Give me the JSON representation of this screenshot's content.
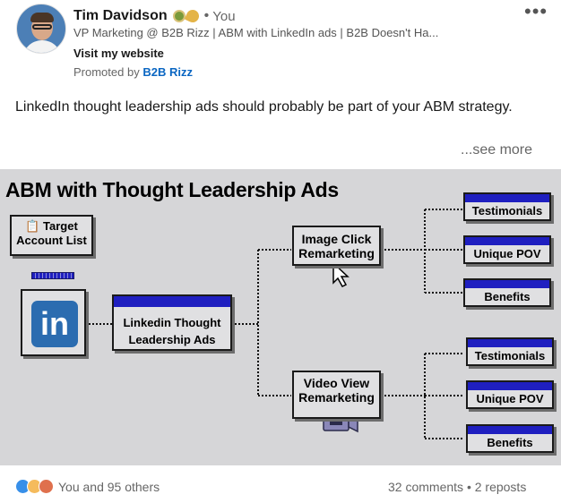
{
  "author": {
    "name": "Tim Davidson",
    "badges": [
      "badge-olive-icon",
      "badge-sprout-icon"
    ],
    "separator": "•",
    "degree": "You",
    "headline": "VP Marketing @ B2B Rizz | ABM with LinkedIn ads | B2B Doesn't Ha...",
    "visit_link": "Visit my website",
    "promoted_prefix": "Promoted by",
    "promoted_by": "B2B Rizz"
  },
  "menu": {
    "label": "•••"
  },
  "post": {
    "text": "LinkedIn thought leadership ads should probably be part of your ABM strategy.",
    "see_more": "...see more"
  },
  "graphic": {
    "title": "ABM with Thought Leadership Ads",
    "target_list": {
      "emoji": "📋",
      "label_line1": "Target",
      "label_line2": "Account List"
    },
    "linkedin_logo": "in",
    "thought_leadership": {
      "line1": "Linkedin Thought",
      "line2": "Leadership Ads"
    },
    "image_click": {
      "line1": "Image Click",
      "line2": "Remarketing"
    },
    "video_view": {
      "line1": "Video View",
      "line2": "Remarketing"
    },
    "image_outcomes": [
      "Testimonials",
      "Unique POV",
      "Benefits"
    ],
    "video_outcomes": [
      "Testimonials",
      "Unique POV",
      "Benefits"
    ],
    "accent_color": "#1f1fc0",
    "background_color": "#d6d6d8"
  },
  "footer": {
    "reactions": [
      "like-icon",
      "insight-icon",
      "love-icon"
    ],
    "reaction_text": "You and 95 others",
    "comments": "32 comments",
    "separator": "•",
    "reposts": "2 reposts"
  }
}
